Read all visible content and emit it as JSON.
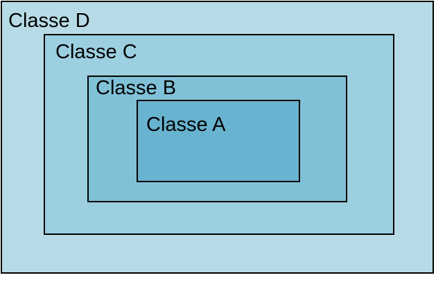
{
  "diagram": {
    "classes": [
      {
        "id": "d",
        "label": "Classe D",
        "fill": "#b7dbe6"
      },
      {
        "id": "c",
        "label": "Classe C",
        "fill": "#9ccfe0"
      },
      {
        "id": "b",
        "label": "Classe B",
        "fill": "#80c1d7"
      },
      {
        "id": "a",
        "label": "Classe A",
        "fill": "#68b3cf"
      }
    ],
    "border_color": "#000000"
  }
}
